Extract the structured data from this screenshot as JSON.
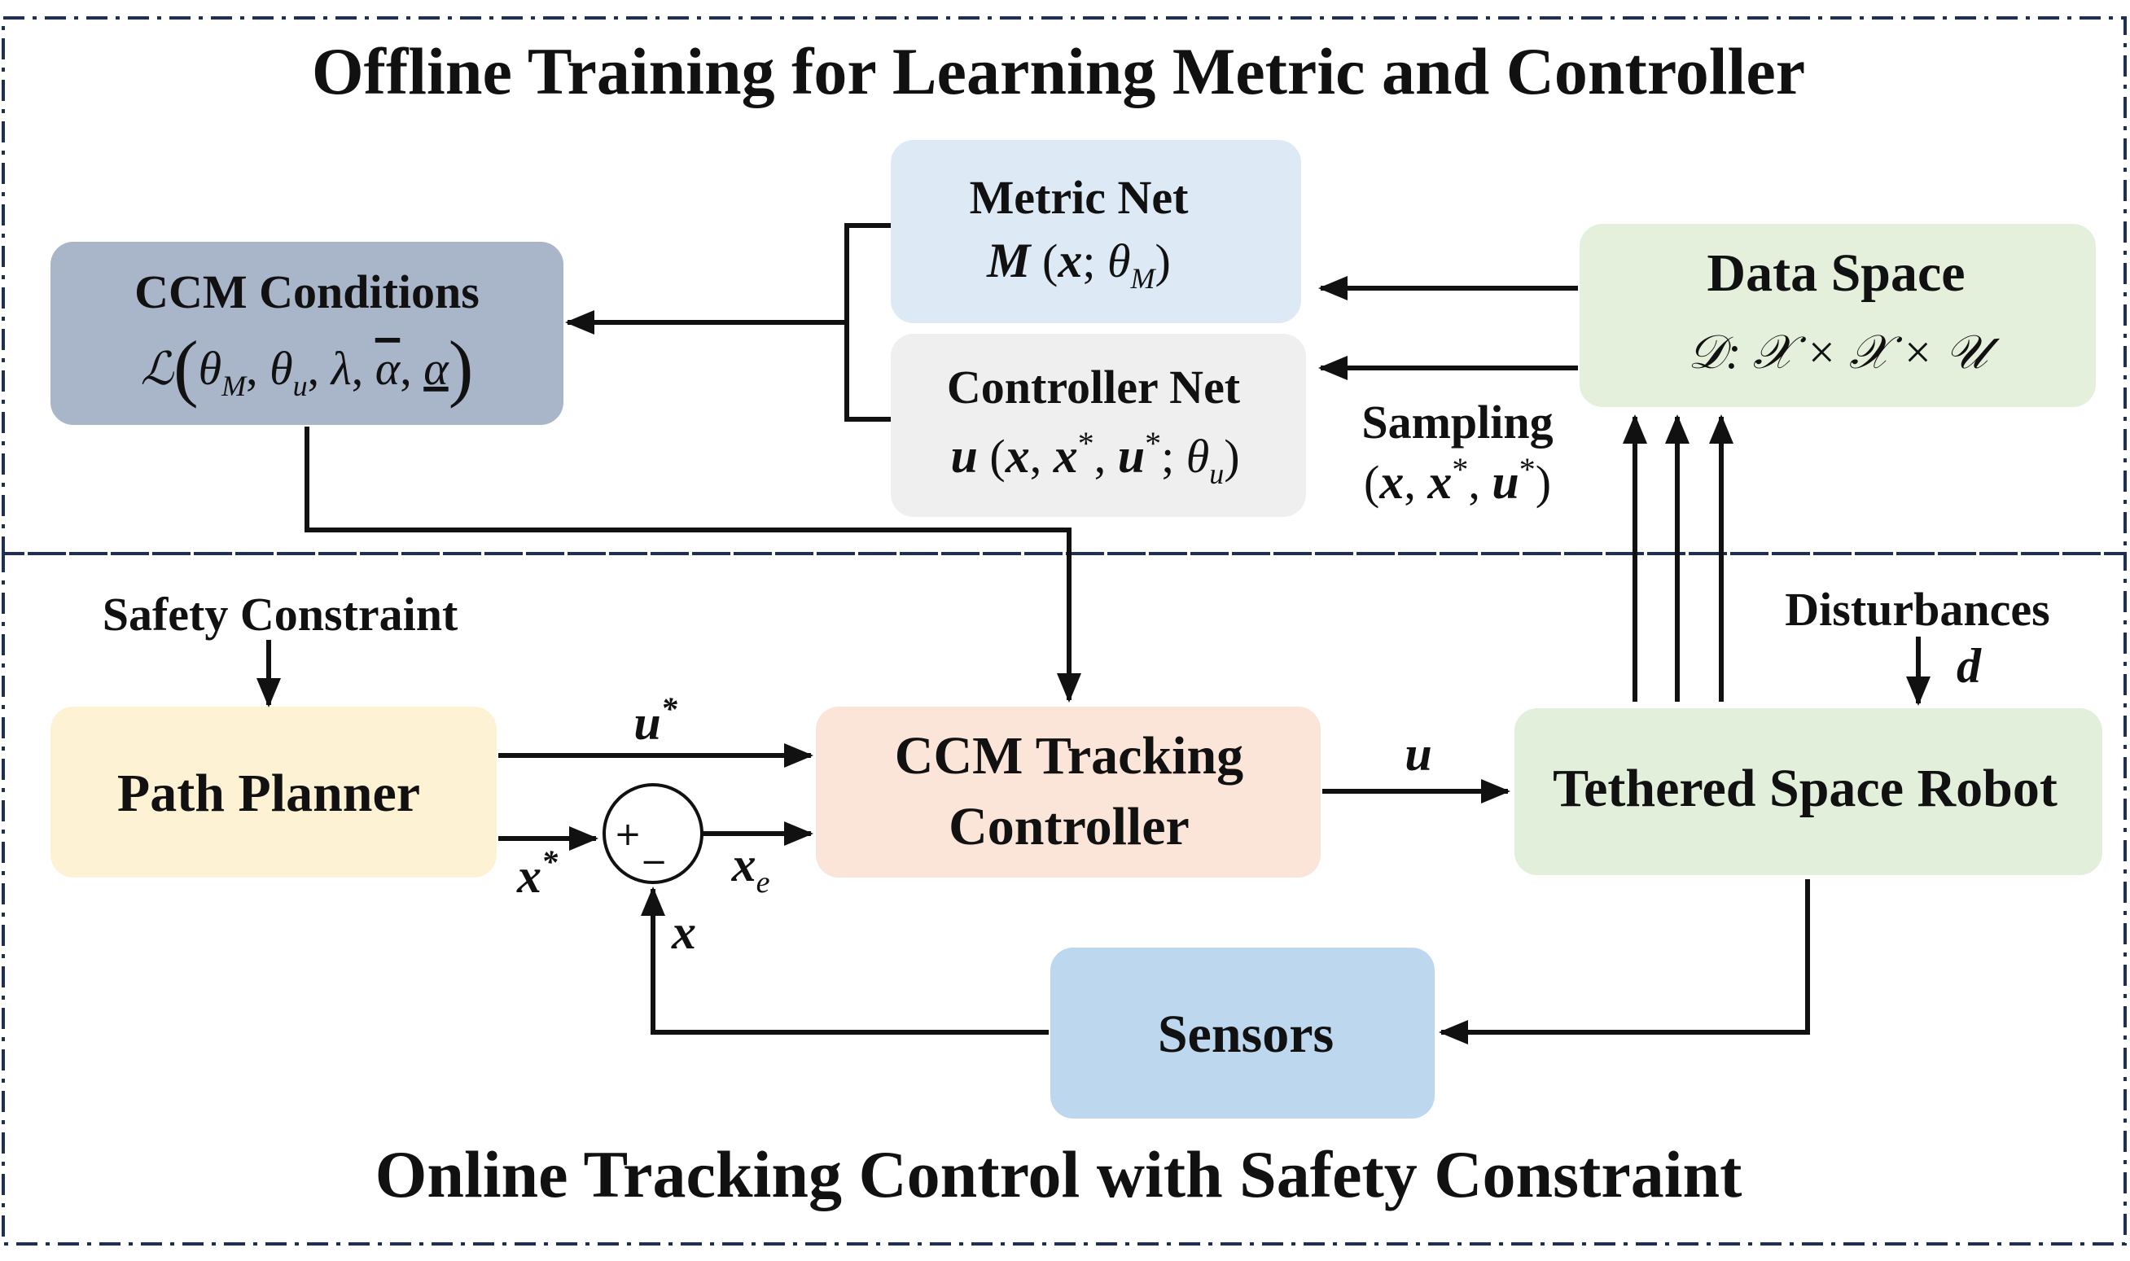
{
  "sections": {
    "offline_title": "Offline Training for Learning Metric and Controller",
    "online_title": "Online Tracking Control with Safety Constraint"
  },
  "blocks": {
    "ccm_conditions": {
      "title": "CCM Conditions",
      "formula": "ℒ(θ_M, θ_u, λ, ᾱ, α̲)",
      "color": "#a9b5c9"
    },
    "metric_net": {
      "title": "Metric Net",
      "formula": "M(x; θ_M)",
      "color": "#dde9f5"
    },
    "controller_net": {
      "title": "Controller Net",
      "formula": "u(x, x*, u*; θ_u)",
      "color": "#efefef"
    },
    "data_space": {
      "title": "Data Space",
      "formula": "𝒟: 𝒳 × 𝒳 × 𝒰",
      "color": "#e4f0dc"
    },
    "path_planner": {
      "title": "Path Planner",
      "color": "#fdf2d3"
    },
    "ccm_tracking": {
      "line1": "CCM Tracking",
      "line2": "Controller",
      "color": "#fbe4d8"
    },
    "tethered_robot": {
      "title": "Tethered Space Robot",
      "color": "#e2efda"
    },
    "sensors": {
      "title": "Sensors",
      "color": "#bdd7ee"
    }
  },
  "labels": {
    "sampling": "Sampling",
    "sampling_vars": "(x, x*, u*)",
    "safety_constraint": "Safety Constraint",
    "disturbances": "Disturbances",
    "d": "d",
    "u_star": "u*",
    "x_star": "x*",
    "x_e": "x",
    "x_e_sub": "e",
    "x": "x",
    "u": "u",
    "plus": "+",
    "minus": "−"
  }
}
